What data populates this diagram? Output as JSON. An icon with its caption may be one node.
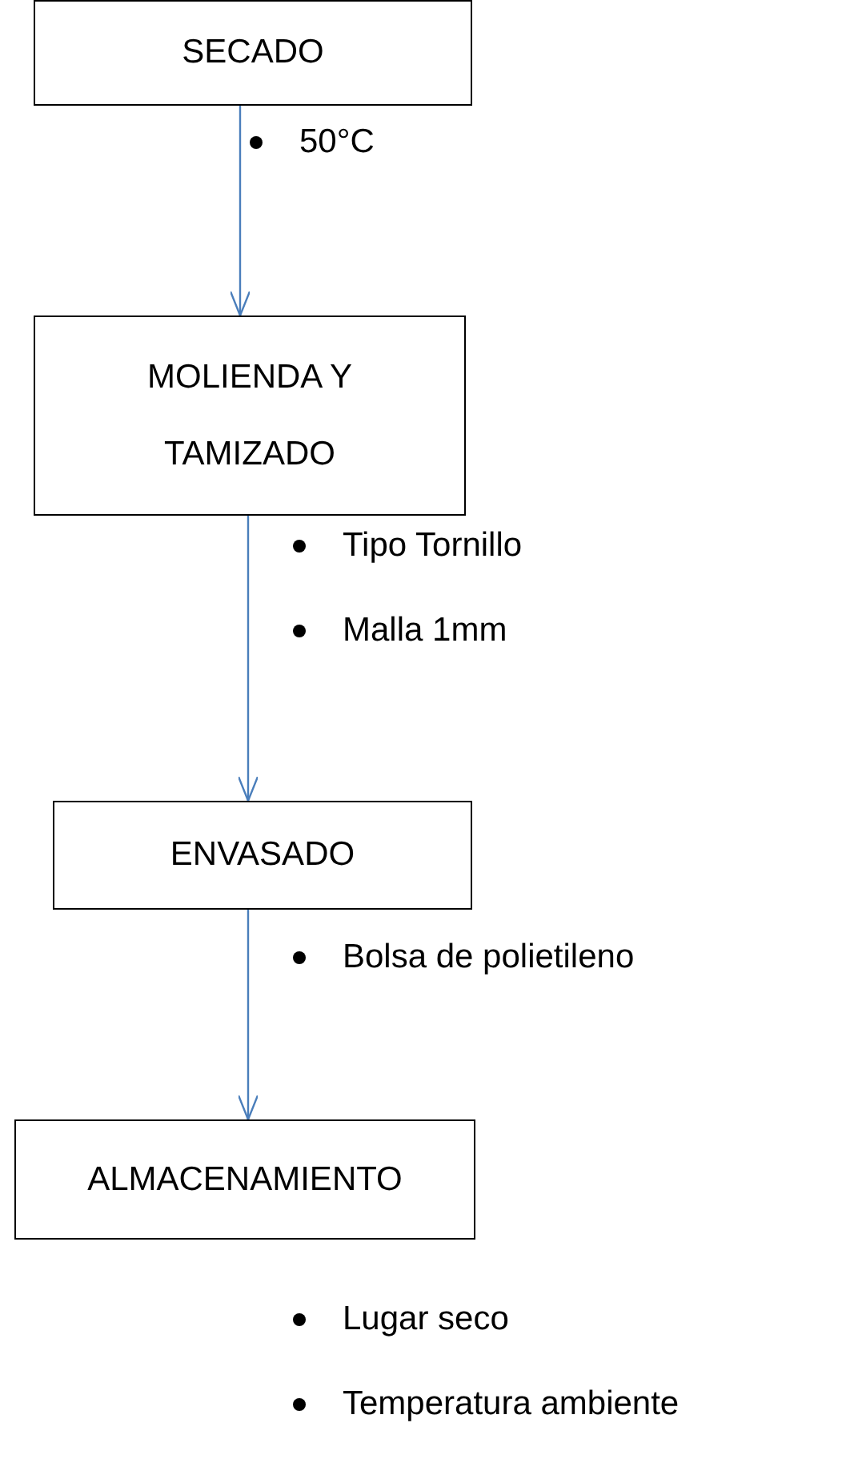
{
  "diagram": {
    "nodes": [
      {
        "text": [
          "SECADO"
        ],
        "beside": [
          "50°C"
        ]
      },
      {
        "text": [
          "MOLIENDA Y TAMIZADO"
        ],
        "beside": [
          "Tipo Tornillo",
          "Malla 1mm"
        ]
      },
      {
        "text": [
          "ENVASADO"
        ],
        "beside": [
          "Bolsa de polietileno"
        ]
      },
      {
        "text": [
          "ALMACENAMIENTO"
        ],
        "beside": [
          "Lugar seco",
          "Temperatura ambiente"
        ]
      }
    ],
    "edges": [
      {
        "from": 0,
        "to": 1,
        "arrow": "to"
      },
      {
        "from": 1,
        "to": 2,
        "arrow": "to"
      },
      {
        "from": 2,
        "to": 3,
        "arrow": "to"
      }
    ]
  }
}
